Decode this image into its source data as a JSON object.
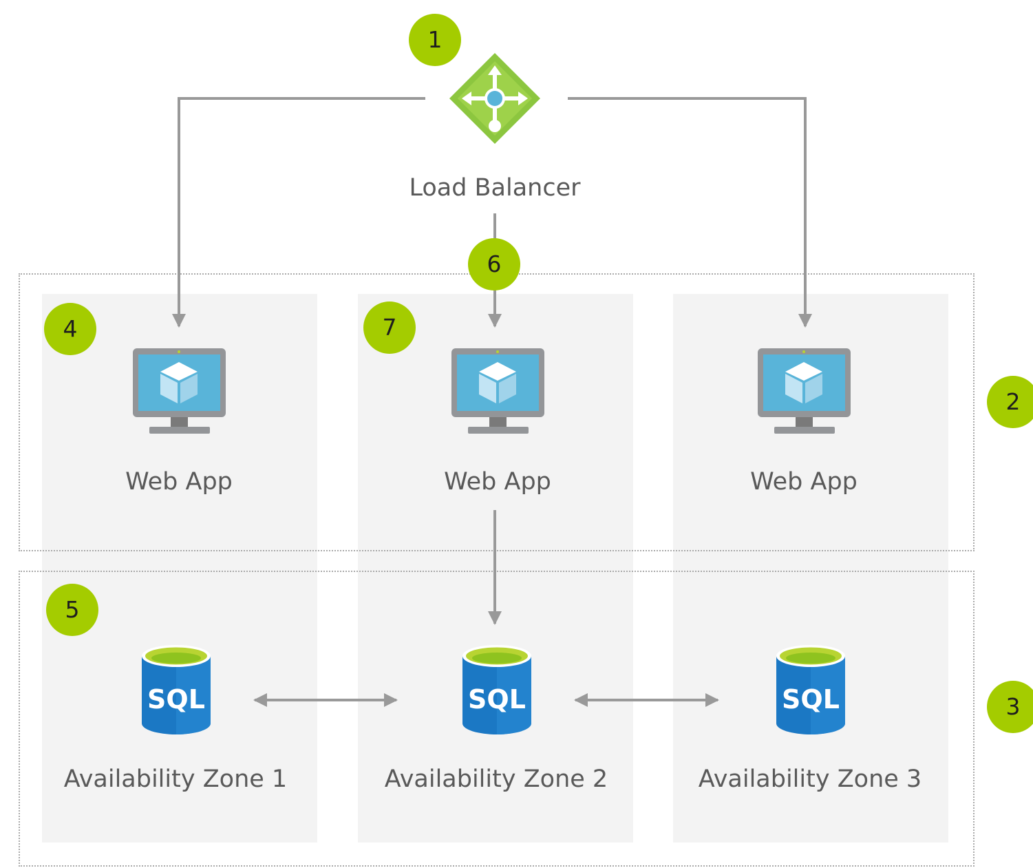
{
  "diagram": {
    "load_balancer": {
      "label": "Load Balancer",
      "icon": "load-balancer-icon"
    },
    "web_apps": [
      {
        "label": "Web App",
        "icon": "web-app-icon"
      },
      {
        "label": "Web App",
        "icon": "web-app-icon"
      },
      {
        "label": "Web App",
        "icon": "web-app-icon"
      }
    ],
    "databases": [
      {
        "text": "SQL",
        "icon": "sql-database-icon"
      },
      {
        "text": "SQL",
        "icon": "sql-database-icon"
      },
      {
        "text": "SQL",
        "icon": "sql-database-icon"
      }
    ],
    "zones": [
      {
        "label": "Availability Zone 1"
      },
      {
        "label": "Availability Zone 2"
      },
      {
        "label": "Availability Zone 3"
      }
    ],
    "badges": [
      "1",
      "2",
      "3",
      "4",
      "5",
      "6",
      "7"
    ],
    "colors": {
      "badge": "#a4cc00",
      "zone_fill": "#f3f3f3",
      "arrow": "#999999",
      "sql_blue": "#1b78c4",
      "lb_green": "#8cc63f",
      "screen_blue": "#59b4d9"
    }
  }
}
